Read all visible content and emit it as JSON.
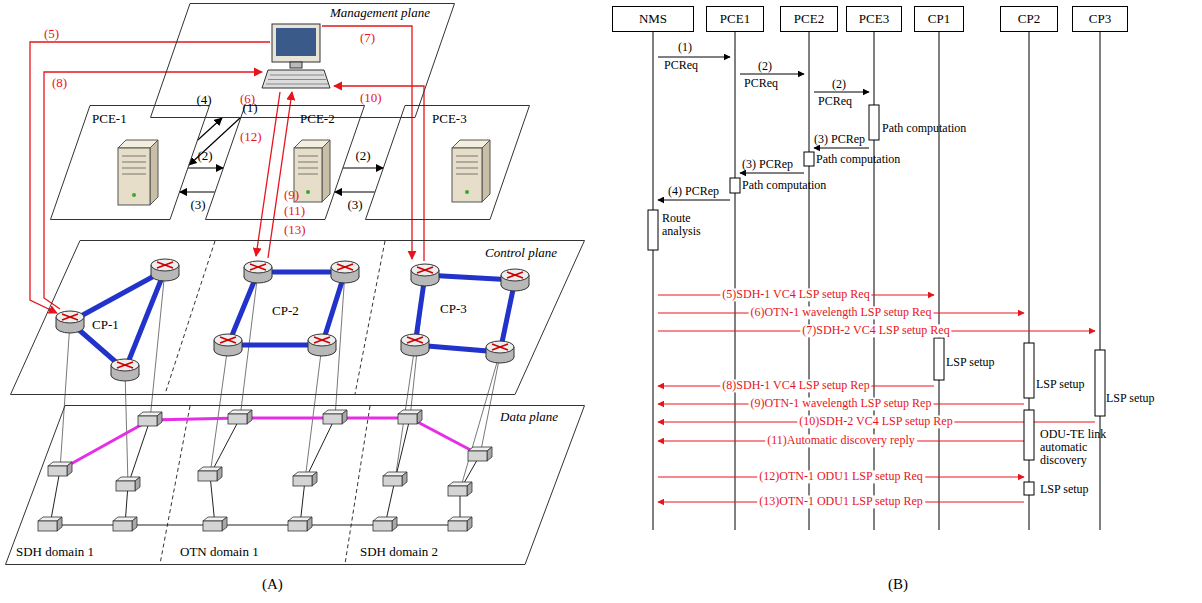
{
  "diagram": {
    "nodes": [
      {
        "text": [
          "Management plane"
        ]
      },
      {
        "text": [
          "PCE-1"
        ]
      },
      {
        "text": [
          "PCE-2"
        ]
      },
      {
        "text": [
          "PCE-3"
        ]
      },
      {
        "text": [
          "Control plane"
        ]
      },
      {
        "text": [
          "Data plane"
        ]
      },
      {
        "text": [
          "NMS"
        ]
      },
      {
        "text": [
          "PCE1"
        ]
      },
      {
        "text": [
          "PCE2"
        ]
      },
      {
        "text": [
          "PCE3"
        ]
      },
      {
        "text": [
          "CP1"
        ]
      },
      {
        "text": [
          "CP2"
        ]
      },
      {
        "text": [
          "CP3"
        ]
      }
    ],
    "edges": [
      {
        "from": 0,
        "to": 1,
        "arrow": "to",
        "label": "(1)"
      },
      {
        "from": 1,
        "to": 0,
        "arrow": "to",
        "label": "(4)"
      },
      {
        "from": 1,
        "to": 2,
        "arrow": "to",
        "label": "(2)"
      },
      {
        "from": 2,
        "to": 1,
        "arrow": "to",
        "label": "(3)"
      },
      {
        "from": 2,
        "to": 3,
        "arrow": "to",
        "label": "(2)"
      },
      {
        "from": 3,
        "to": 2,
        "arrow": "to",
        "label": "(3)"
      }
    ],
    "labels": [
      "(5)",
      "(8)",
      "(6)",
      "(12)",
      "(9)",
      "(11)",
      "(13)",
      "(7)",
      "(10)",
      "CP-1",
      "CP-2",
      "CP-3",
      "SDH domain 1",
      "OTN domain 1",
      "SDH domain 2",
      "(A)",
      "(1)",
      "PCReq",
      "(2)",
      "PCReq",
      "(2)",
      "PCReq",
      "Path computation",
      "(3) PCRep",
      "Path computation",
      "(3) PCRep",
      "Path computation",
      "(4) PCRep",
      "Route analysis",
      "(5)SDH-1 VC4 LSP setup Req",
      "(6)OTN-1 wavelength LSP setup Req",
      "(7)SDH-2 VC4 LSP setup Req",
      "LSP setup",
      "LSP setup",
      "LSP setup",
      "(8)SDH-1 VC4 LSP setup Rep",
      "(9)OTN-1 wavelength LSP setup Rep",
      "(10)SDH-2 VC4 LSP setup Rep",
      "ODU-TE link automatic discovery",
      "(11)Automatic discovery reply",
      "(12)OTN-1 ODU1 LSP setup Req",
      "LSP setup",
      "(13)OTN-1 ODU1 LSP setup Rep",
      "(B)"
    ]
  }
}
